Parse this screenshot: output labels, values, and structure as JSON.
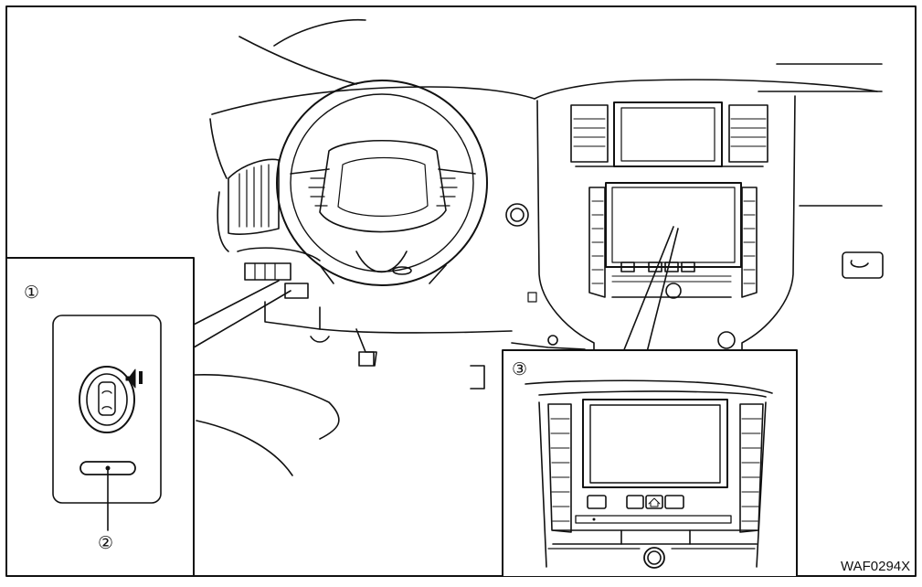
{
  "figure": {
    "code": "WAF0294X",
    "callouts": {
      "one": "①",
      "two": "②",
      "three": "③"
    }
  },
  "colors": {
    "line": "#111111",
    "background": "#ffffff"
  }
}
